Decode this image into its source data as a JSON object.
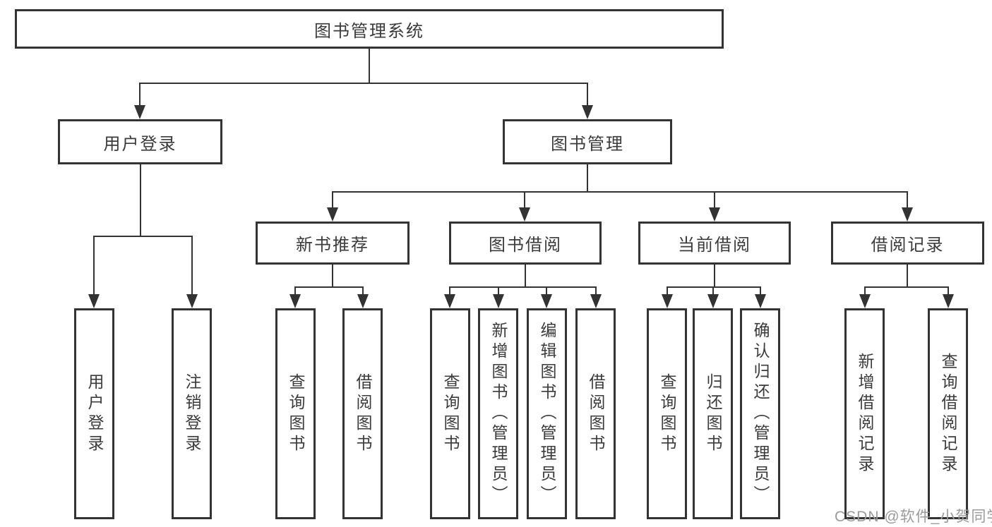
{
  "tree": {
    "root": {
      "label": "图书管理系统",
      "children": [
        {
          "label": "用户登录",
          "children": [
            {
              "label": "用户登录"
            },
            {
              "label": "注销登录"
            }
          ]
        },
        {
          "label": "图书管理",
          "children": [
            {
              "label": "新书推荐",
              "children": [
                {
                  "label": "查询图书"
                },
                {
                  "label": "借阅图书"
                }
              ]
            },
            {
              "label": "图书借阅",
              "children": [
                {
                  "label": "查询图书"
                },
                {
                  "label": "新增图书（管理员）"
                },
                {
                  "label": "编辑图书（管理员）"
                },
                {
                  "label": "借阅图书"
                }
              ]
            },
            {
              "label": "当前借阅",
              "children": [
                {
                  "label": "查询图书"
                },
                {
                  "label": "归还图书"
                },
                {
                  "label": "确认归还（管理员）"
                }
              ]
            },
            {
              "label": "借阅记录",
              "children": [
                {
                  "label": "新增借阅记录"
                },
                {
                  "label": "查询借阅记录"
                }
              ]
            }
          ]
        }
      ]
    }
  },
  "watermark": "CSDN @软件_小贺同学",
  "colors": {
    "line": "#333333",
    "text": "#3b3b3b",
    "watermark": "#9b9b9b"
  }
}
